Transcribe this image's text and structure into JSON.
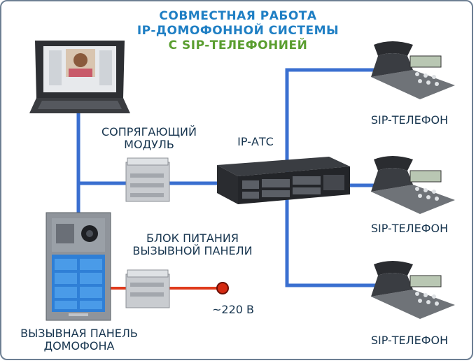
{
  "title": {
    "line1": "СОВМЕСТНАЯ РАБОТА",
    "line2": "IP-ДОМОФОННОЙ СИСТЕМЫ",
    "line3": "С SIP-ТЕЛЕФОНИЕЙ"
  },
  "labels": {
    "module_line1": "СОПРЯГАЮЩИЙ",
    "module_line2": "МОДУЛЬ",
    "pbx": "IP-АТС",
    "psu_line1": "БЛОК ПИТАНИЯ",
    "psu_line2": "ВЫЗЫВНОЙ ПАНЕЛИ",
    "voltage": "~220 В",
    "panel_line1": "ВЫЗЫВНАЯ ПАНЕЛЬ",
    "panel_line2": "ДОМОФОНА",
    "phone1": "SIP-ТЕЛЕФОН",
    "phone2": "SIP-ТЕЛЕФОН",
    "phone3": "SIP-ТЕЛЕФОН"
  },
  "colors": {
    "network_line": "#3a6fd0",
    "power_line": "#e03a1c",
    "title_blue": "#1f7fc4",
    "title_green": "#5a9e2f"
  }
}
